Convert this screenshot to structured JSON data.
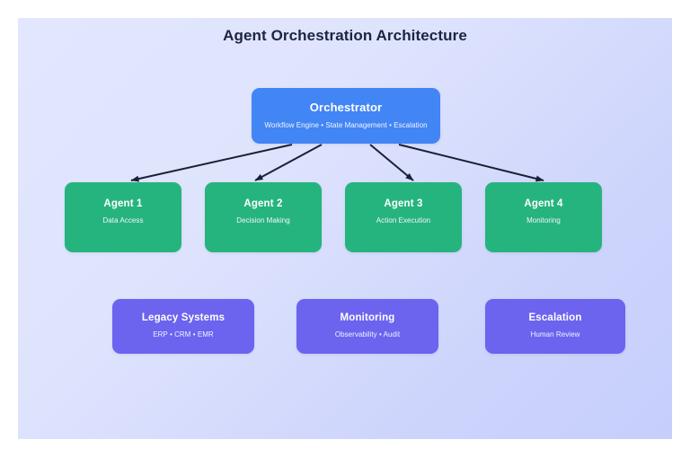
{
  "canvas": {
    "title": "Agent Orchestration Architecture",
    "background_start": "#e2e6fe",
    "background_end": "#c6cefc",
    "title_color": "#1c2540"
  },
  "colors": {
    "orchestrator": "#4285f4",
    "agent": "#26b47e",
    "support": "#6c63ef",
    "arrow": "#1a2035"
  },
  "nodes": {
    "orchestrator": {
      "title": "Orchestrator",
      "subtitle": "Workflow Engine • State Management • Escalation"
    },
    "agents": [
      {
        "title": "Agent 1",
        "subtitle": "Data Access"
      },
      {
        "title": "Agent 2",
        "subtitle": "Decision Making"
      },
      {
        "title": "Agent 3",
        "subtitle": "Action Execution"
      },
      {
        "title": "Agent 4",
        "subtitle": "Monitoring"
      }
    ],
    "support": [
      {
        "title": "Legacy Systems",
        "subtitle": "ERP • CRM • EMR"
      },
      {
        "title": "Monitoring",
        "subtitle": "Observability • Audit"
      },
      {
        "title": "Escalation",
        "subtitle": "Human Review"
      }
    ]
  },
  "connections": [
    {
      "from": "orchestrator",
      "to": "agent-1"
    },
    {
      "from": "orchestrator",
      "to": "agent-2"
    },
    {
      "from": "orchestrator",
      "to": "agent-3"
    },
    {
      "from": "orchestrator",
      "to": "agent-4"
    }
  ]
}
